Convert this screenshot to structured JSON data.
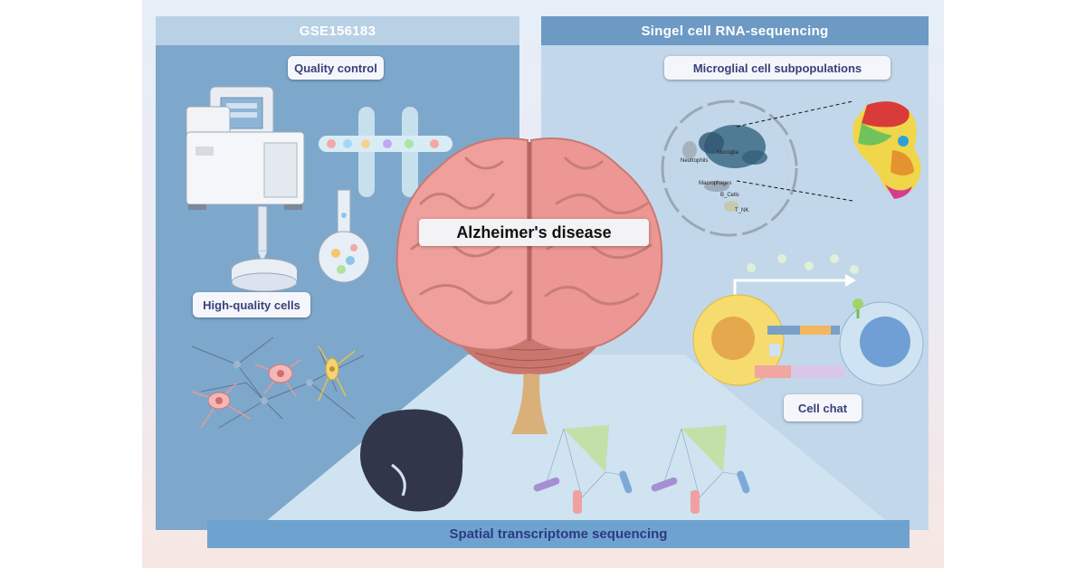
{
  "left_panel": {
    "header": "GSE156183",
    "quality_control_label": "Quality control",
    "high_quality_cells_label": "High-quality cells"
  },
  "right_panel": {
    "header": "Singel cell RNA-sequencing",
    "microglial_label": "Microglial cell subpopulations",
    "cell_chat_label": "Cell chat",
    "cluster_labels": {
      "neutrophils": "Neutrophils",
      "microglia": "Microglia",
      "macrophages": "Macrophages",
      "b_cells": "B_Cells",
      "t_nk": "T_NK"
    }
  },
  "center": {
    "title": "Alzheimer's disease"
  },
  "bottom": {
    "label": "Spatial transcriptome sequencing"
  },
  "colors": {
    "left_panel": "#7ea8cb",
    "left_header": "#b9d1e5",
    "right_panel": "#c2d7ea",
    "right_header": "#6c9ac4",
    "bottom_bar": "#6ea3cf",
    "brain": "#e88c8c",
    "label_text": "#3a3f7a"
  }
}
